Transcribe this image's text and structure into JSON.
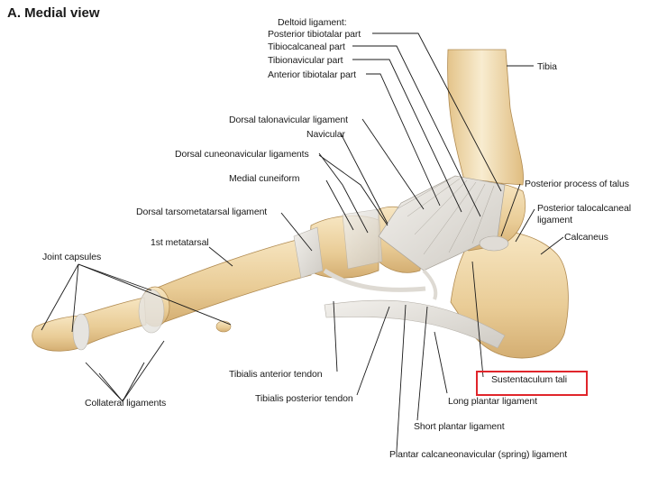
{
  "title": "A. Medial view",
  "labels": {
    "deltoid_ligament": "Deltoid ligament:",
    "posterior_tibiotalar": "Posterior tibiotalar part",
    "tibiocalcaneal": "Tibiocalcaneal part",
    "tibionavicular": "Tibionavicular part",
    "anterior_tibiotalar": "Anterior tibiotalar part",
    "tibia": "Tibia",
    "dorsal_talonavicular": "Dorsal talonavicular ligament",
    "navicular": "Navicular",
    "dorsal_cuneonavicular": "Dorsal cuneonavicular ligaments",
    "medial_cuneiform": "Medial cuneiform",
    "posterior_process_talus": "Posterior process of talus",
    "posterior_talocalcaneal_1": "Posterior talocalcaneal",
    "posterior_talocalcaneal_2": "ligament",
    "dorsal_tarsometatarsal": "Dorsal tarsometatarsal ligament",
    "calcaneus": "Calcaneus",
    "first_metatarsal": "1st metatarsal",
    "joint_capsules": "Joint capsules",
    "tibialis_anterior": "Tibialis anterior tendon",
    "sustentaculum_tali": "Sustentaculum tali",
    "tibialis_posterior": "Tibialis posterior tendon",
    "collateral_ligaments": "Collateral ligaments",
    "long_plantar": "Long plantar ligament",
    "short_plantar": "Short plantar ligament",
    "plantar_calcaneonavicular": "Plantar calcaneonavicular (spring) ligament"
  },
  "colors": {
    "bone": "#e9cc96",
    "ligament": "#e6e4e0",
    "highlight": "#e0252b",
    "text": "#1a1a1a"
  }
}
